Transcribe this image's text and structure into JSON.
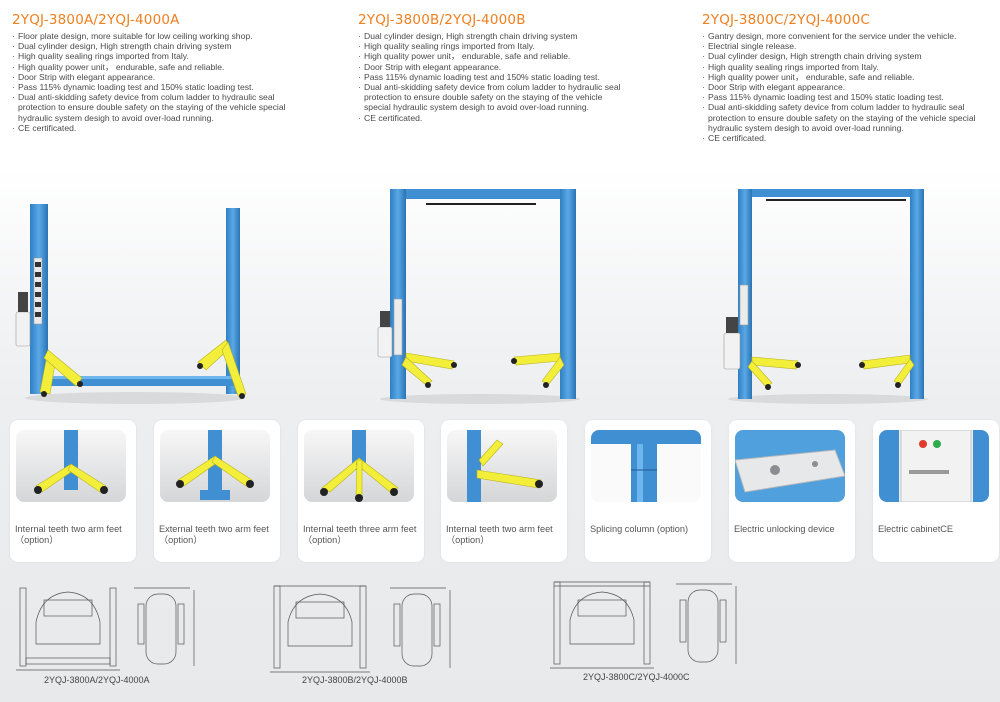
{
  "models": [
    {
      "title": "2YQJ-3800A/2YQJ-4000A",
      "features": [
        "Floor plate design, more suitable for low ceiling working shop.",
        "Dual cylinder design, High strength chain driving system",
        "High quality sealing rings imported from Italy.",
        "High quality power unit， endurable, safe and reliable.",
        "Door Strip with elegant appearance.",
        "Pass 115% dynamic loading test and 150% static loading test.",
        "Dual anti-skidding safety device from colum ladder to hydraulic seal protection to ensure double safety on the staying of the vehicle special hydraulic system desigh to avoid over-load running.",
        "CE certificated."
      ]
    },
    {
      "title": "2YQJ-3800B/2YQJ-4000B",
      "features": [
        "Dual cylinder design, High strength chain driving system",
        "High quality sealing rings imported from Italy.",
        "High quality power unit， endurable, safe and reliable.",
        "Door Strip with elegant appearance.",
        "Pass 115% dynamic loading test and 150% static loading test.",
        "Dual anti-skidding safety device from colum ladder to hydraulic seal protection to ensure double safety on the staying of the vehicle special hydraulic system desigh to avoid over-load running.",
        "CE certificated."
      ]
    },
    {
      "title": "2YQJ-3800C/2YQJ-4000C",
      "features": [
        "Gantry design, more convenient for the service under the vehicle.",
        "Electrial single release.",
        "Dual cylinder design, High strength chain driving system",
        "High quality sealing rings imported from Italy.",
        "High quality power unit， endurable, safe and reliable.",
        "Door Strip with elegant appearance.",
        "Pass 115% dynamic loading test and 150% static loading test.",
        "Dual anti-skidding safety device from colum ladder to hydraulic seal protection to ensure double safety on the staying of the vehicle special hydraulic system desigh to avoid over-load running.",
        "CE certificated."
      ]
    }
  ],
  "options": [
    {
      "caption": "Internal teeth two arm feet（option）",
      "icon": "internal-two-arm-feet-photo"
    },
    {
      "caption": "External teeth two arm feet（option）",
      "icon": "external-two-arm-feet-photo"
    },
    {
      "caption": "Internal teeth three arm feet（option）",
      "icon": "internal-three-arm-feet-photo"
    },
    {
      "caption": "Internal teeth two arm feet（option）",
      "icon": "internal-two-arm-feet-column-photo"
    },
    {
      "caption": "Splicing column (option)",
      "icon": "splicing-column-photo"
    },
    {
      "caption": "Electric unlocking device",
      "icon": "electric-unlocking-device-photo"
    },
    {
      "caption": "Electric cabinetCE",
      "icon": "electric-cabinet-photo"
    }
  ],
  "drawings": [
    {
      "label": "2YQJ-3800A/2YQJ-4000A"
    },
    {
      "label": "2YQJ-3800B/2YQJ-4000B"
    },
    {
      "label": "2YQJ-3800C/2YQJ-4000C"
    }
  ],
  "colors": {
    "title": "#ef7f1f",
    "column": "#3f8fd2",
    "arm": "#f2ee3a",
    "cabinet": "#e9eaec"
  }
}
